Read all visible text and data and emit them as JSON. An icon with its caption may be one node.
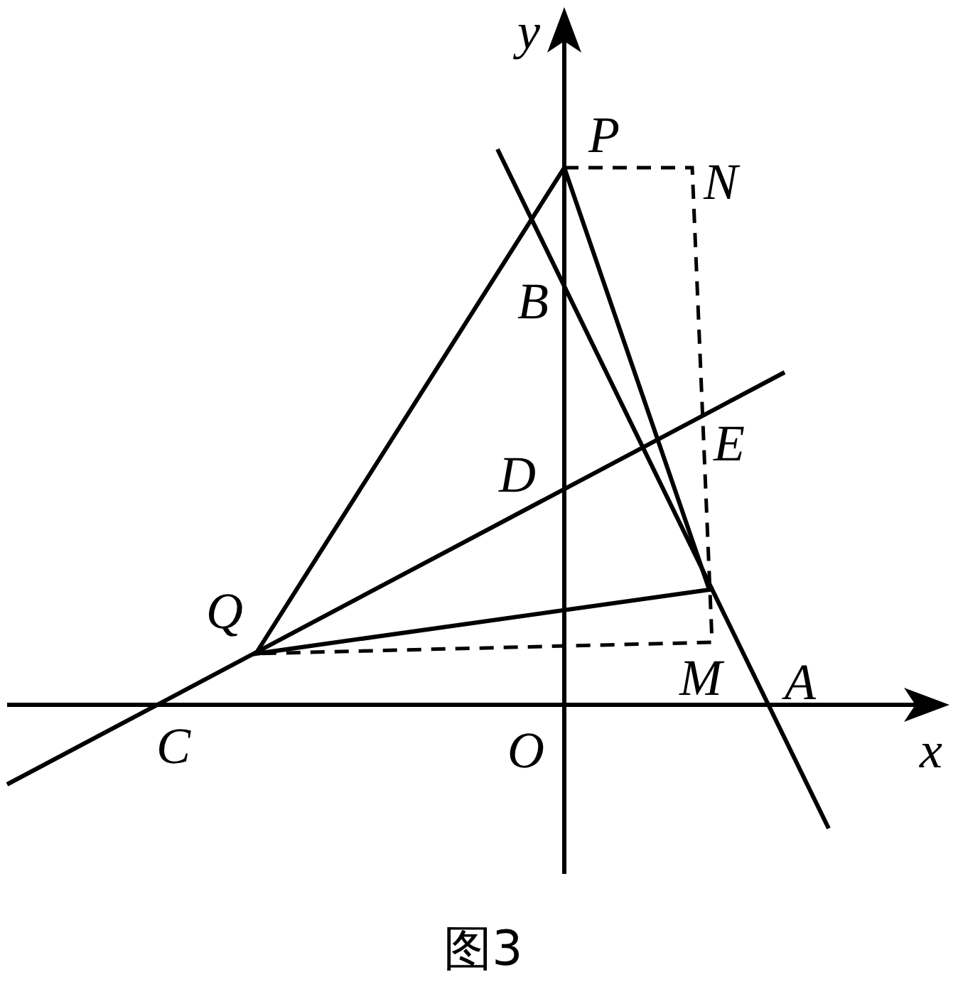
{
  "diagram": {
    "caption": "图3",
    "labels": [
      "y",
      "P",
      "N",
      "B",
      "E",
      "D",
      "Q",
      "M",
      "A",
      "C",
      "O",
      "x"
    ]
  }
}
